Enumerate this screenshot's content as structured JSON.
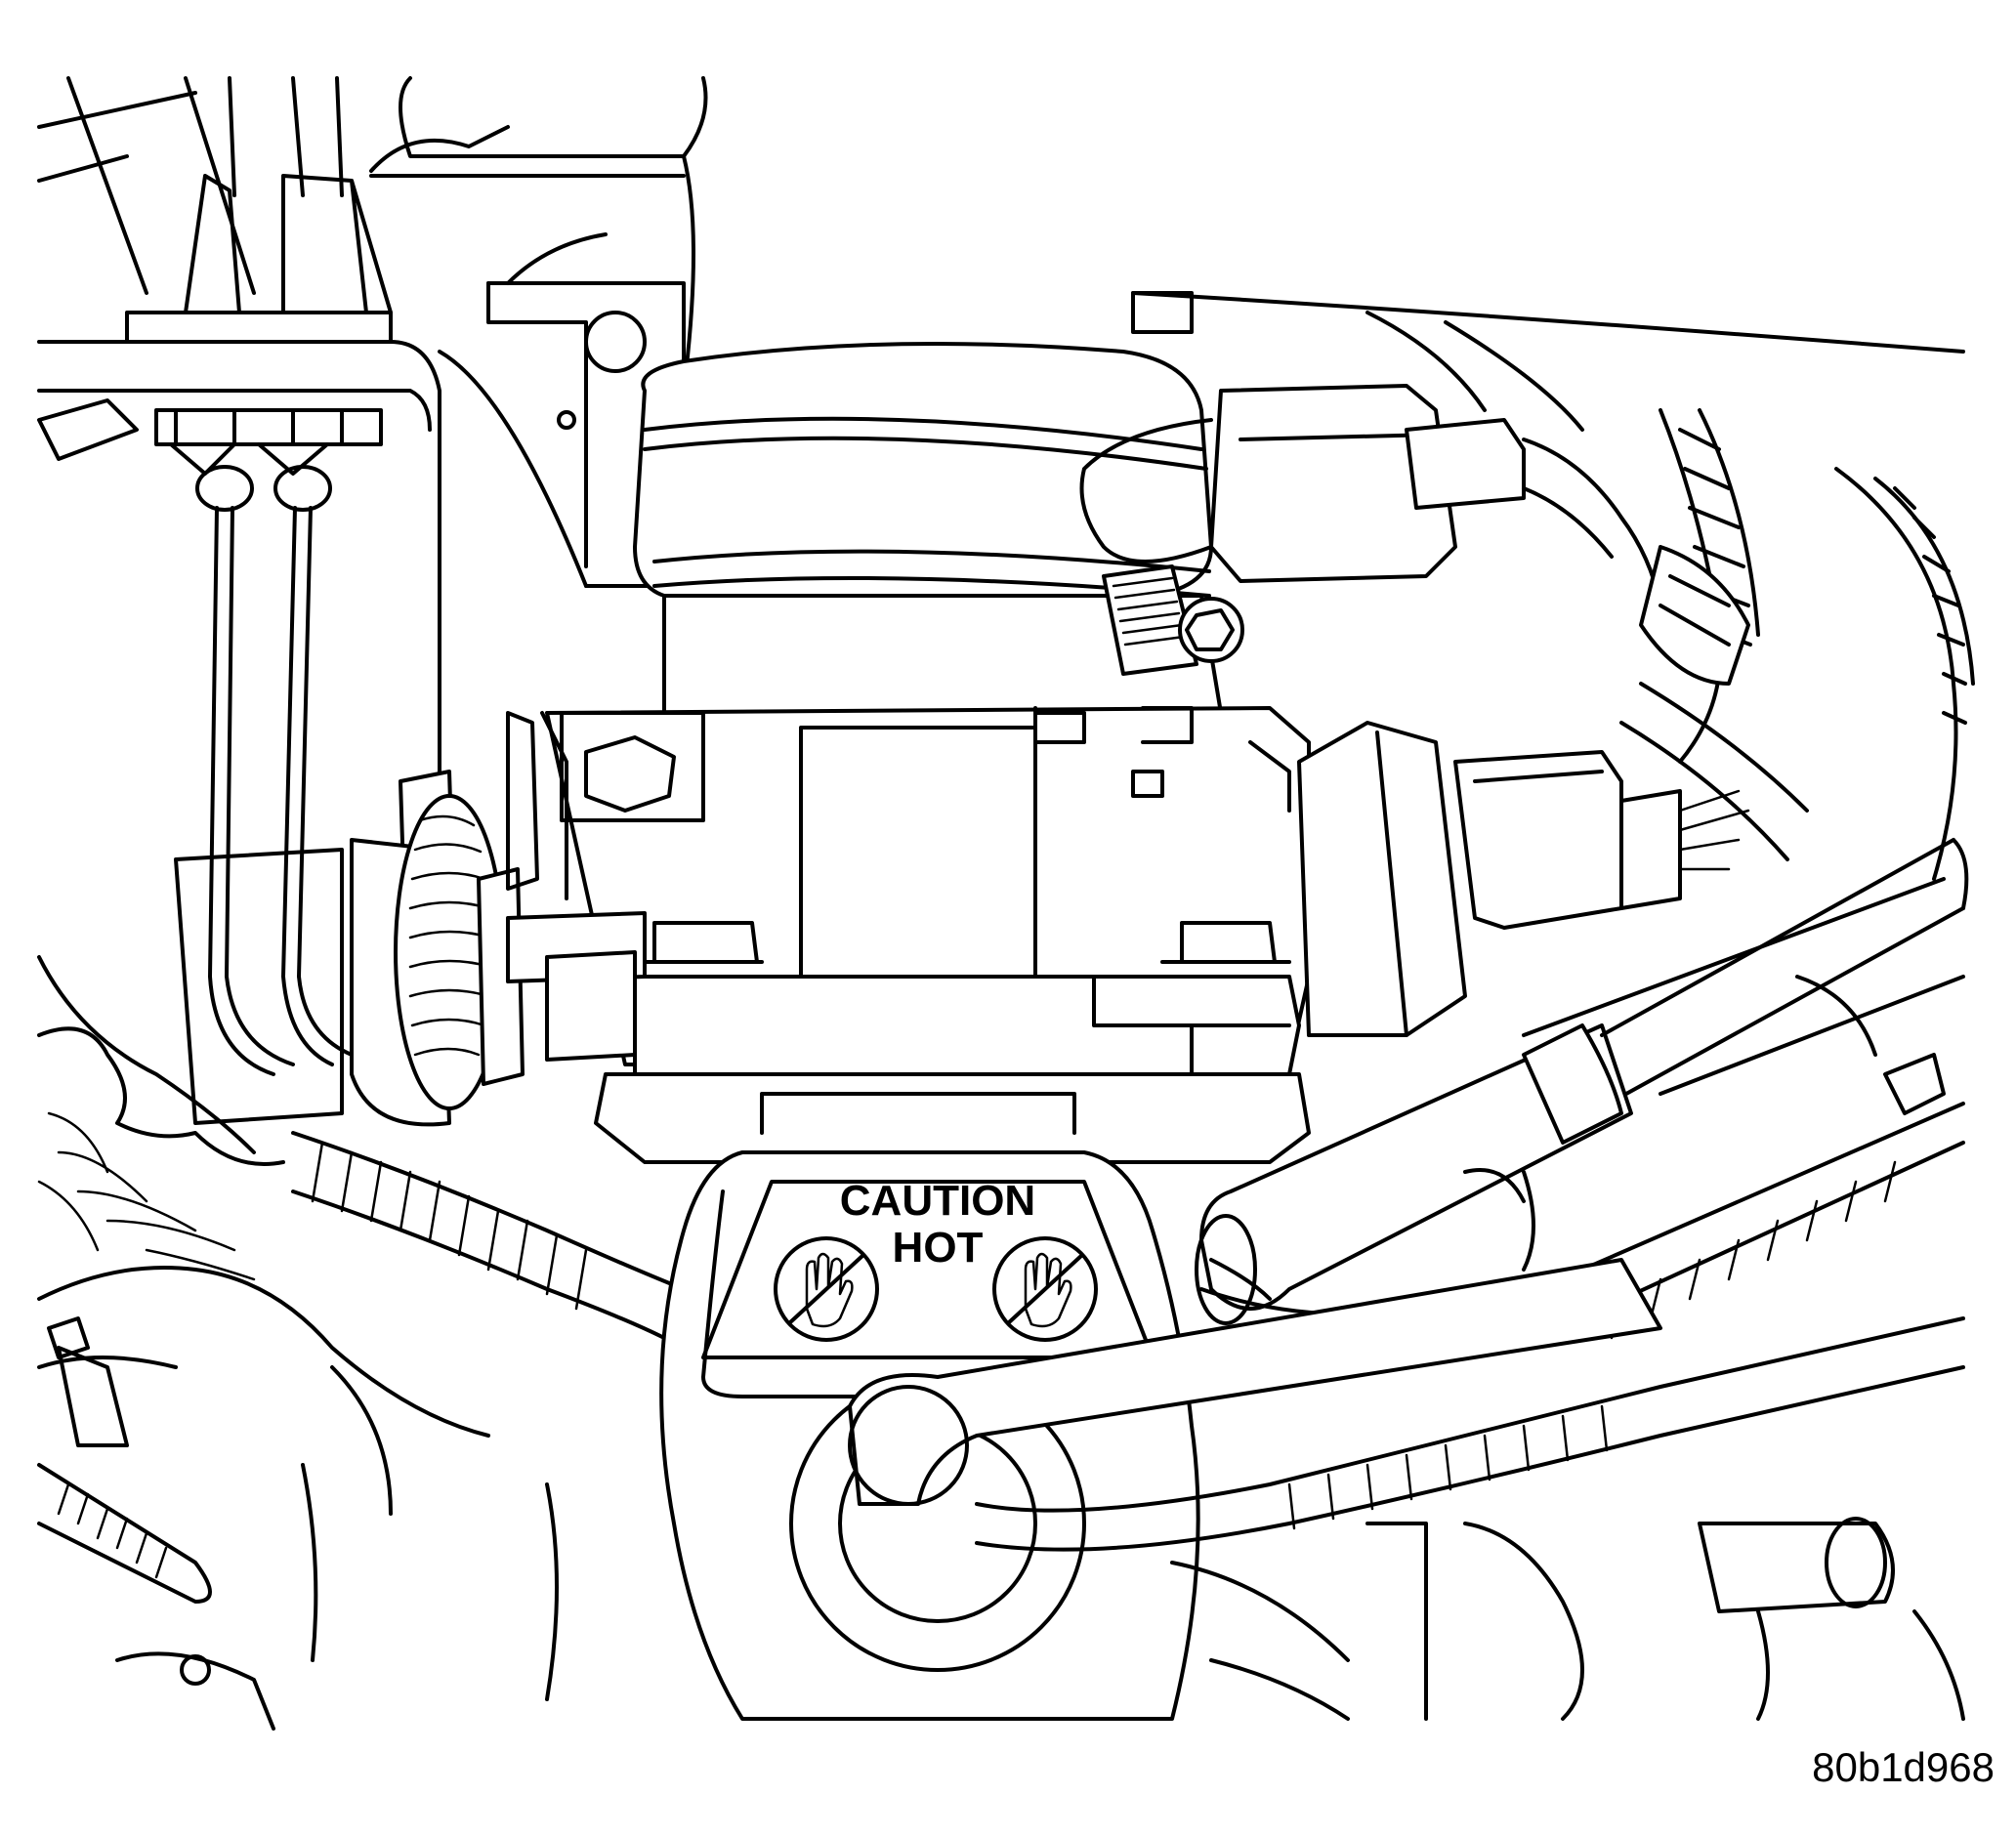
{
  "figure": {
    "id_label": "80b1d968"
  },
  "warning_label": {
    "line1": "CAUTION",
    "line2": "HOT",
    "icons": [
      "no-touch-hand-icon",
      "no-touch-hand-icon"
    ]
  },
  "colors": {
    "ink": "#000000",
    "paper": "#ffffff"
  }
}
